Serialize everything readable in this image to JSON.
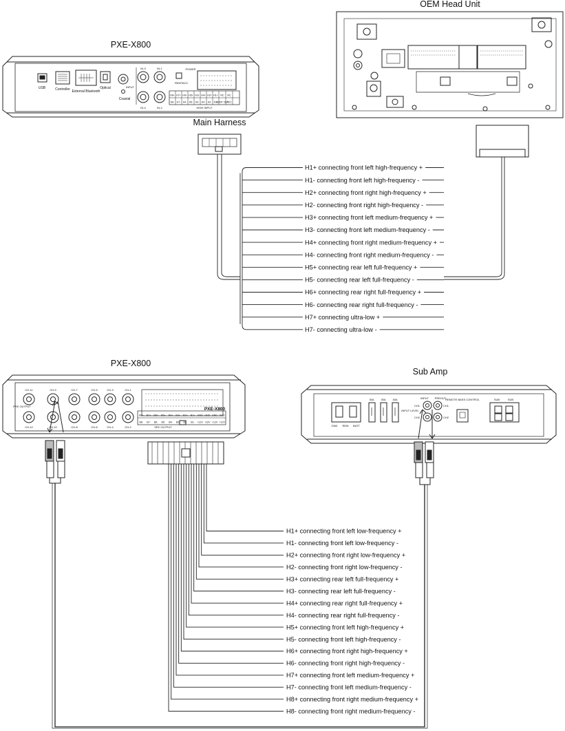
{
  "top": {
    "device_title": "PXE-X800",
    "oem_title": "OEM Head Unit",
    "harness_label": "Main Harness",
    "panel": {
      "usb": "USB",
      "controller": "Controller",
      "ext_bt": "External Bluetooth",
      "optical": "Optical",
      "coaxial": "Coaxial",
      "input": "INPUT",
      "in1": "IN-1",
      "in2": "IN-2",
      "in3": "IN-3",
      "in4": "IN-4",
      "power": "POWER",
      "remt": "REMT",
      "acc": "ACC",
      "high_input": "HIGH INPUT",
      "pins_top": [
        "H6+",
        "H7+",
        "H4+",
        "H5+",
        "H3+",
        "H4+",
        "H2+",
        "H1+",
        "NC",
        "NC"
      ],
      "pins_bottom": [
        "H6-",
        "H7-",
        "H4-",
        "H5-",
        "H3-",
        "H4-",
        "H2-",
        "H1-",
        "REMT OUT",
        "ACC"
      ]
    },
    "connections": [
      "H1+ connecting front left high-frequency +",
      "H1- connecting front left high-frequency -",
      "H2+ connecting front right high-frequency +",
      "H2- connecting front right high-frequency -",
      "H3+ connecting front left medium-frequency +",
      "H3- connecting front left medium-frequency -",
      "H4+ connecting front right medium-frequency +",
      "H4- connecting front right medium-frequency -",
      "H5+ connecting rear left full-frequency +",
      "H5- connecting rear left full-frequency -",
      "H6+ connecting rear right full-frequency +",
      "H6- connecting rear right full-frequency -",
      "H7+ connecting ultra-low +",
      "H7- connecting ultra-low -"
    ]
  },
  "bottom": {
    "device_title": "PXE-X800",
    "sub_title": "Sub Amp",
    "panel": {
      "pre_output": "PRE OUTPUT",
      "channels_top": [
        "CH-11",
        "CH-9",
        "CH-7",
        "CH-5",
        "CH-3",
        "CH-1"
      ],
      "channels_bottom": [
        "CH-12",
        "CH-10",
        "CH-8",
        "CH-6",
        "CH-4",
        "CH-2"
      ],
      "brand": "PXE-X800",
      "spk_output": "SPK OUTPUT",
      "pins_top": [
        "B8+",
        "B7+",
        "B6+",
        "B5+",
        "B4+",
        "B3+",
        "B2+",
        "B1+",
        "GND",
        "GND",
        "GND",
        "GND"
      ],
      "pins_bottom": [
        "B8-",
        "B7-",
        "B6-",
        "B5-",
        "B4-",
        "B3-",
        "B2-",
        "B1-",
        "+12V",
        "+12V",
        "+12V",
        "+12V"
      ]
    },
    "sub_panel": {
      "gnd": "GND",
      "rem": "REM",
      "batt": "BATT",
      "fuse": "30A",
      "input": "INPUT",
      "preout": "PREOUT",
      "input_level": "INPUT LEVEL",
      "ch1": "CH1",
      "ch2": "CH2",
      "remote": "REMOTE BASS CONTROL",
      "sub": "SUB"
    },
    "connections": [
      "H1+ connecting front left low-frequency +",
      "H1- connecting front left low-frequency -",
      "H2+ connecting front right low-frequency +",
      "H2- connecting front right low-frequency -",
      "H3+ connecting rear left full-frequency +",
      "H3- connecting rear left full-frequency -",
      "H4+ connecting rear right full-frequency +",
      "H4- connecting rear right full-frequency -",
      "H5+ connecting front left high-frequency +",
      "H5- connecting front left high-frequency -",
      "H6+ connecting front right high-frequency +",
      "H6- connecting front right high-frequency -",
      "H7+ connecting front left medium-frequency +",
      "H7- connecting front left medium-frequency -",
      "H8+ connecting front right medium-frequency +",
      "H8- connecting front right medium-frequency -"
    ]
  }
}
